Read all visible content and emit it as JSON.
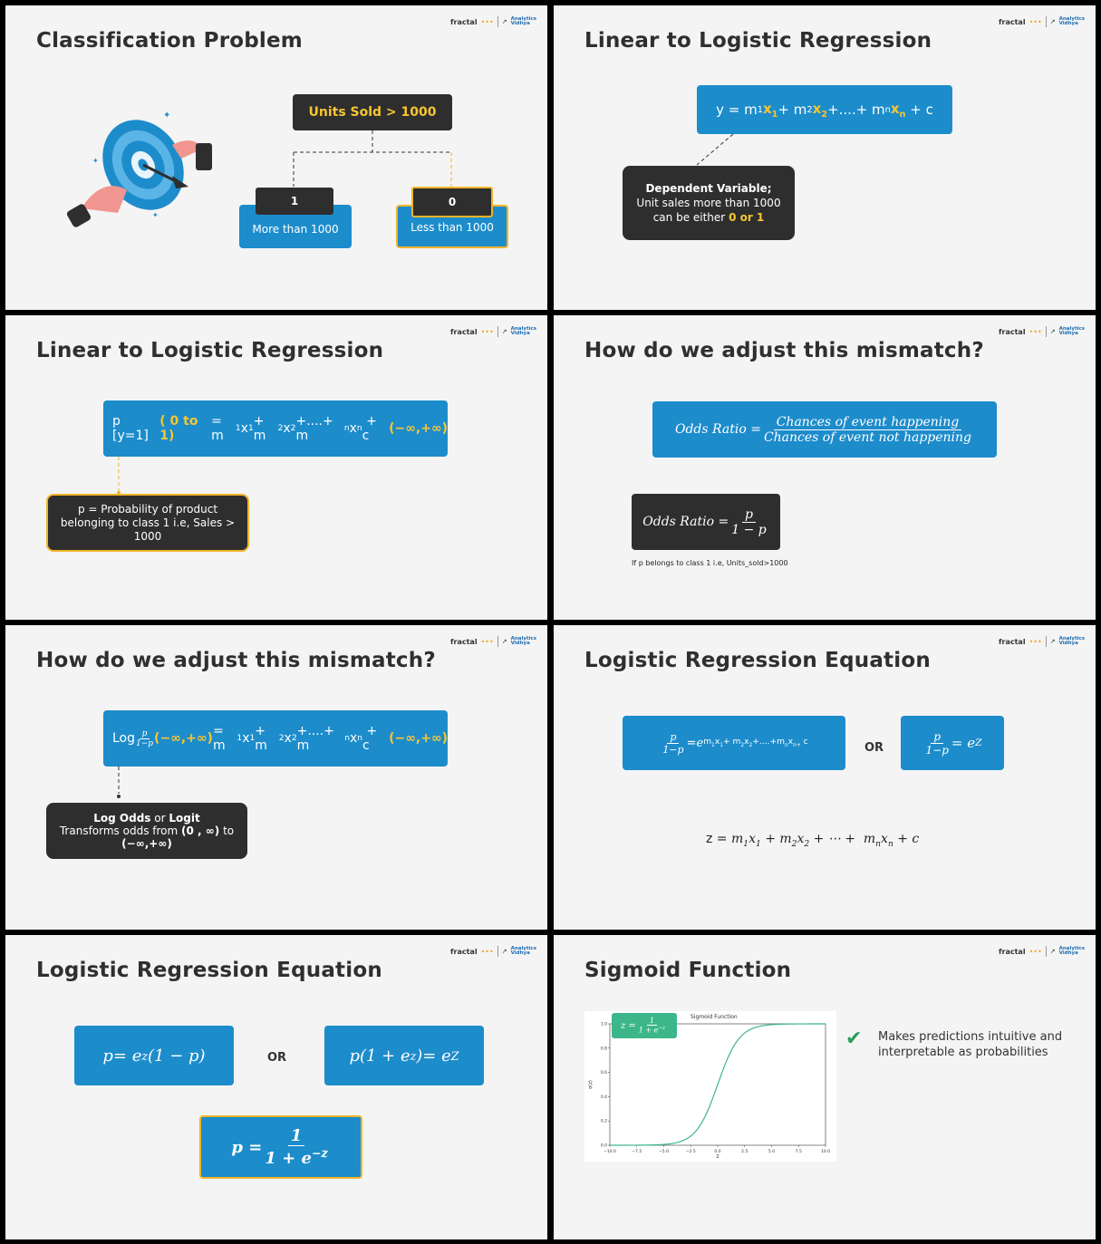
{
  "logo": {
    "brand": "fractal",
    "partner_line1": "Analytics",
    "partner_line2": "Vidhya"
  },
  "slides": {
    "s1": {
      "title": "Classification Problem",
      "root": "Units Sold > 1000",
      "left_val": "1",
      "left_label": "More than 1000",
      "right_val": "0",
      "right_label": "Less than 1000"
    },
    "s2": {
      "title": "Linear to Logistic Regression",
      "note_title": "Dependent Variable;",
      "note_line2": "Unit sales more than 1000",
      "note_line3": "can be either",
      "note_hl": "0 or 1"
    },
    "s3": {
      "title": "Linear to Logistic Regression",
      "eq_left": "p [y=1]",
      "eq_range": "( 0 to 1)",
      "eq_range2": "(−∞,+∞)",
      "note_line1": "p = Probability of product",
      "note_line2": "belonging to class 1 i.e,  Sales > 1000"
    },
    "s4": {
      "title": "How do we adjust this mismatch?",
      "odds_label": "Odds Ratio =",
      "num": "Chances of event happening",
      "den": "Chances of event not happening",
      "odds2_label": "Odds Ratio =",
      "num2": "p",
      "den2": "1 − p",
      "caption": "If p belongs to class 1 i.e, Units_sold>1000"
    },
    "s5": {
      "title": "How do we adjust this mismatch?",
      "range": "(−∞,+∞)",
      "note_b1": "Log Odds",
      "note_or": "or",
      "note_b2": "Logit",
      "note_line2": "Transforms odds from",
      "note_range1": "(0 , ∞)",
      "note_to": "to",
      "note_range2": "(−∞,+∞)"
    },
    "s6": {
      "title": "Logistic Regression Equation",
      "or": "OR"
    },
    "s7": {
      "title": "Logistic Regression Equation",
      "or": "OR"
    },
    "s8": {
      "title": "Sigmoid Function",
      "point": "Makes predictions intuitive and interpretable as probabilities",
      "plot_title": "Sigmoid Function",
      "xlabel": "z",
      "ylabel": "σ(z)"
    }
  },
  "chart_data": {
    "type": "line",
    "title": "Sigmoid Function",
    "xlabel": "z",
    "ylabel": "σ(z)",
    "xlim": [
      -10,
      10
    ],
    "ylim": [
      0,
      1
    ],
    "x_ticks": [
      "−10.0",
      "−7.5",
      "−5.0",
      "−2.5",
      "0.0",
      "2.5",
      "5.0",
      "7.5",
      "10.0"
    ],
    "y_ticks": [
      "0.0",
      "0.2",
      "0.4",
      "0.6",
      "0.8",
      "1.0"
    ],
    "x": [
      -10,
      -8,
      -6,
      -5,
      -4,
      -3,
      -2,
      -1,
      0,
      1,
      2,
      3,
      4,
      5,
      6,
      8,
      10
    ],
    "y": [
      4.54e-05,
      0.000335,
      0.00247,
      0.00669,
      0.018,
      0.0474,
      0.119,
      0.269,
      0.5,
      0.731,
      0.881,
      0.953,
      0.982,
      0.993,
      0.998,
      0.9997,
      0.99995
    ],
    "grid": false,
    "color": "#3cb68a"
  }
}
